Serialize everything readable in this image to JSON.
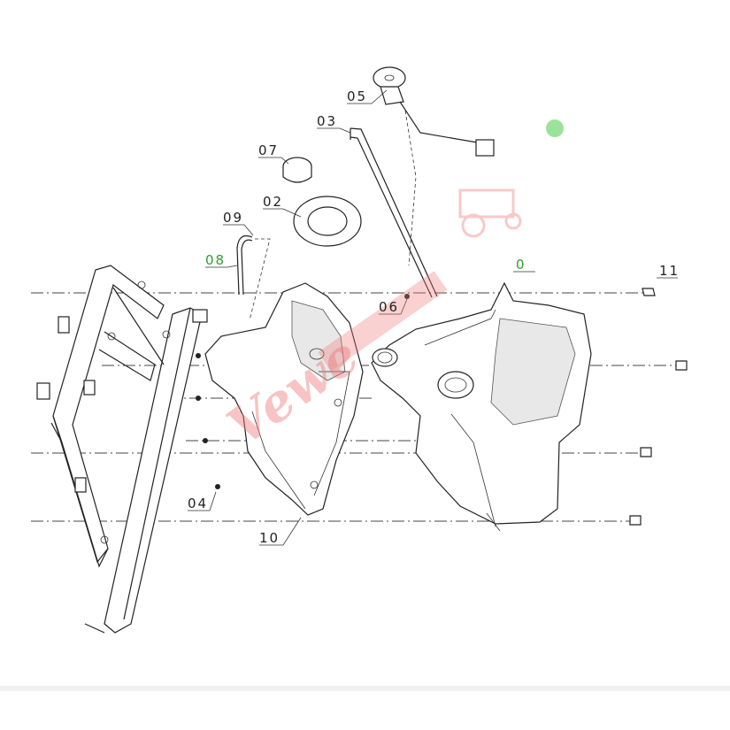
{
  "callouts": [
    {
      "id": "05",
      "label": "05",
      "highlight": false
    },
    {
      "id": "03",
      "label": "03",
      "highlight": false
    },
    {
      "id": "07",
      "label": "07",
      "highlight": false
    },
    {
      "id": "02",
      "label": "02",
      "highlight": false
    },
    {
      "id": "09",
      "label": "09",
      "highlight": false
    },
    {
      "id": "08",
      "label": "08",
      "highlight": true
    },
    {
      "id": "0",
      "label": "0",
      "highlight": true
    },
    {
      "id": "11",
      "label": "11",
      "highlight": false
    },
    {
      "id": "06",
      "label": "06",
      "highlight": false
    },
    {
      "id": "04",
      "label": "04",
      "highlight": false
    },
    {
      "id": "10",
      "label": "10",
      "highlight": false
    }
  ],
  "watermark": {
    "text": "Vewe"
  },
  "colors": {
    "line": "#222222",
    "highlight": "#2e9e2e",
    "marker": "#9be39b",
    "watermark": "#ee7a7a"
  }
}
